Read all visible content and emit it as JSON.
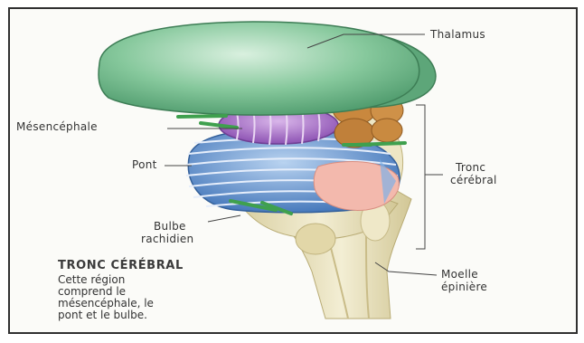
{
  "labels": {
    "thalamus": "Thalamus",
    "mesencephale": "Mésencéphale",
    "pont": "Pont",
    "tronc_line1": "Tronc",
    "tronc_line2": "cérébral",
    "bulbe_line1": "Bulbe",
    "bulbe_line2": "rachidien",
    "moelle_line1": "Moelle",
    "moelle_line2": "épinière"
  },
  "caption": {
    "title": "TRONC CÉRÉBRAL",
    "body": "Cette région\ncomprend le\nmésencéphale, le\npont et le bulbe."
  },
  "colors": {
    "thalamus": "#7fc497",
    "mesencephale": "#a975c9",
    "pont": "#6c9fd6",
    "brainstem": "#ece5c2",
    "orange_nuclei": "#c8873c",
    "pink": "#f2b3a9",
    "leader_lines": "#444444"
  }
}
